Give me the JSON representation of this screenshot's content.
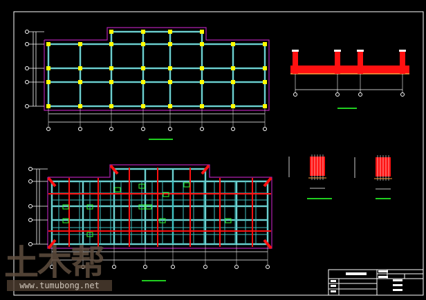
{
  "watermark": {
    "logo": "土木帮",
    "url": "www.tumubong.net"
  },
  "colors": {
    "background": "#000000",
    "frame": "#ffffff",
    "grid": "#ffffff",
    "beam": "#3fbfbf",
    "column": "#ffff00",
    "outline": "#b020b0",
    "rebar": "#ff1010",
    "annotation": "#30ff30",
    "title_underline": "#20d020"
  },
  "drawings": [
    {
      "id": "upper-plan",
      "type": "foundation-plan"
    },
    {
      "id": "lower-plan",
      "type": "reinforcement-plan"
    },
    {
      "id": "section",
      "type": "section"
    },
    {
      "id": "detail-1",
      "type": "detail"
    },
    {
      "id": "detail-2",
      "type": "detail"
    }
  ]
}
